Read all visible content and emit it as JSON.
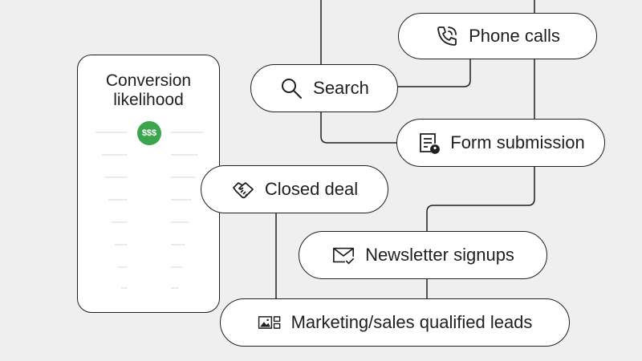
{
  "conversion_card": {
    "title_line1": "Conversion",
    "title_line2": "likelihood",
    "badge": "$$$"
  },
  "nodes": {
    "phone_calls": "Phone calls",
    "search": "Search",
    "form_submission": "Form submission",
    "closed_deal": "Closed deal",
    "newsletter_signups": "Newsletter signups",
    "qualified_leads": "Marketing/sales qualified leads"
  },
  "icons": {
    "phone_calls": "phone-icon",
    "search": "magnifier-icon",
    "form_submission": "form-user-icon",
    "closed_deal": "handshake-icon",
    "newsletter_signups": "mail-check-icon",
    "qualified_leads": "image-grid-icon"
  },
  "colors": {
    "background": "#efefef",
    "outline": "#1f1f1f",
    "meter_top": "#3aa54a",
    "meter_bottom": "#d7ea3a"
  }
}
